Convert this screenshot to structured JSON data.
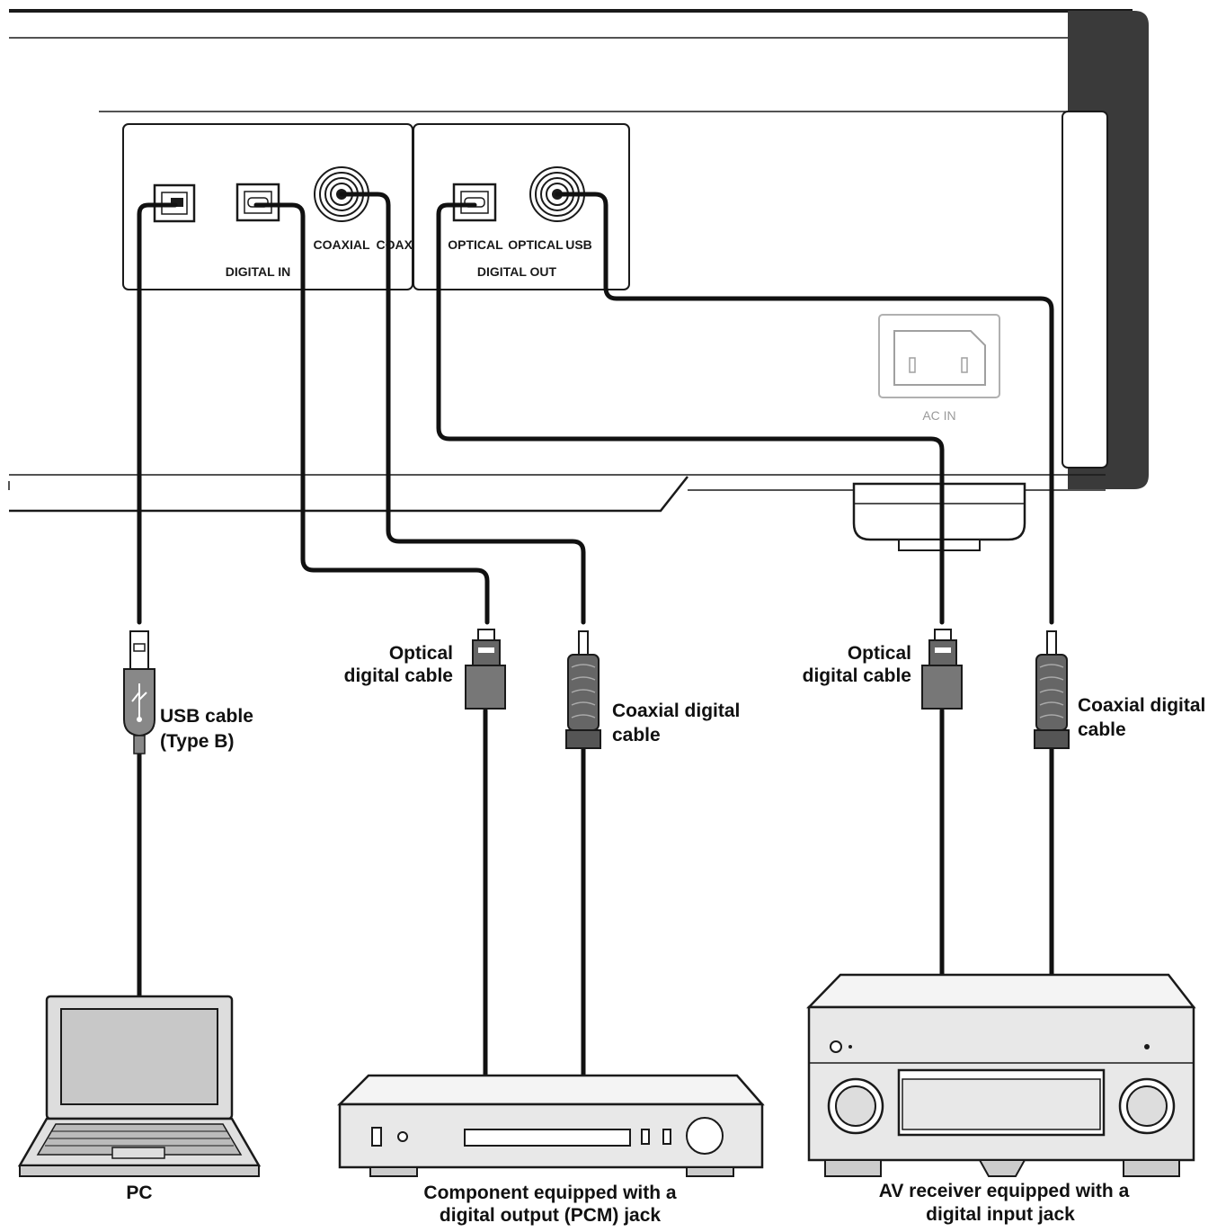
{
  "panel": {
    "labels": {
      "coaxial_in": "COAXIAL",
      "coaxial_in_2": "COAXIAL",
      "optical_out": "OPTICAL",
      "optical_out_2": "OPTICAL",
      "usb": "USB",
      "digital_in": "DIGITAL IN",
      "digital_out": "DIGITAL OUT",
      "ac_in": "AC IN"
    }
  },
  "cables": {
    "usb": {
      "line1": "USB cable",
      "line2": "(Type B)"
    },
    "optical_left": {
      "line1": "Optical",
      "line2": "digital cable"
    },
    "coaxial_left": {
      "line1": "Coaxial digital",
      "line2": "cable"
    },
    "optical_right": {
      "line1": "Optical",
      "line2": "digital cable"
    },
    "coaxial_right": {
      "line1": "Coaxial digital",
      "line2": "cable"
    }
  },
  "devices": {
    "pc": {
      "label": "PC"
    },
    "component": {
      "line1": "Component equipped with a",
      "line2": "digital output (PCM) jack"
    },
    "av_receiver": {
      "line1": "AV receiver equipped with a",
      "line2": "digital input jack"
    }
  }
}
